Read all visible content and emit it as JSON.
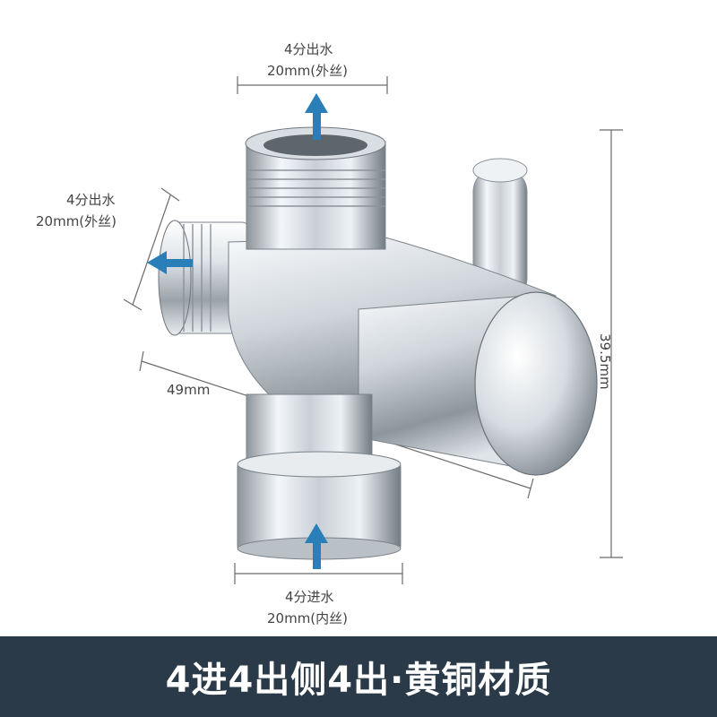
{
  "labels": {
    "top_outlet_line1": "4分出水",
    "top_outlet_line2": "20mm(外丝)",
    "side_outlet_line1": "4分出水",
    "side_outlet_line2": "20mm(外丝)",
    "width_dim": "49mm",
    "height_dim": "39.5mm",
    "inlet_line1": "4分进水",
    "inlet_line2": "20mm(内丝)"
  },
  "banner": {
    "text": "4进4出侧4出·黄铜材质",
    "background": "#2b3a48"
  },
  "colors": {
    "arrow": "#2a7fb8",
    "dim_line": "#6b6b6b",
    "chrome_light": "#f2f5f8",
    "chrome_dark": "#6f7880"
  }
}
